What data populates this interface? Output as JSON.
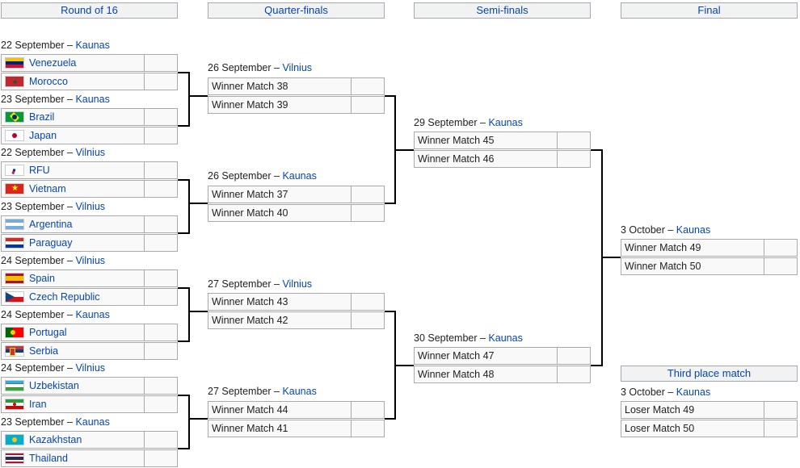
{
  "rounds": {
    "r16": "Round of 16",
    "qf": "Quarter-finals",
    "sf": "Semi-finals",
    "final": "Final",
    "third": "Third place match"
  },
  "r16": [
    {
      "day": "22 September",
      "sep": " – ",
      "city": "Kaunas",
      "teams": [
        {
          "name": "Venezuela",
          "flag": "venezuela-flag-icon"
        },
        {
          "name": "Morocco",
          "flag": "morocco-flag-icon"
        }
      ]
    },
    {
      "day": "23 September",
      "sep": " – ",
      "city": "Kaunas",
      "teams": [
        {
          "name": "Brazil",
          "flag": "brazil-flag-icon"
        },
        {
          "name": "Japan",
          "flag": "japan-flag-icon"
        }
      ]
    },
    {
      "day": "22 September",
      "sep": " – ",
      "city": "Vilnius",
      "teams": [
        {
          "name": "RFU",
          "flag": "rfu-flag-icon"
        },
        {
          "name": "Vietnam",
          "flag": "vietnam-flag-icon"
        }
      ]
    },
    {
      "day": "23 September",
      "sep": " – ",
      "city": "Vilnius",
      "teams": [
        {
          "name": "Argentina",
          "flag": "argentina-flag-icon"
        },
        {
          "name": "Paraguay",
          "flag": "paraguay-flag-icon"
        }
      ]
    },
    {
      "day": "24 September",
      "sep": " – ",
      "city": "Vilnius",
      "teams": [
        {
          "name": "Spain",
          "flag": "spain-flag-icon"
        },
        {
          "name": "Czech Republic",
          "flag": "czech-flag-icon"
        }
      ]
    },
    {
      "day": "24 September",
      "sep": " – ",
      "city": "Kaunas",
      "teams": [
        {
          "name": "Portugal",
          "flag": "portugal-flag-icon"
        },
        {
          "name": "Serbia",
          "flag": "serbia-flag-icon"
        }
      ]
    },
    {
      "day": "24 September",
      "sep": " – ",
      "city": "Vilnius",
      "teams": [
        {
          "name": "Uzbekistan",
          "flag": "uzbekistan-flag-icon"
        },
        {
          "name": "Iran",
          "flag": "iran-flag-icon"
        }
      ]
    },
    {
      "day": "23 September",
      "sep": " – ",
      "city": "Kaunas",
      "teams": [
        {
          "name": "Kazakhstan",
          "flag": "kazakhstan-flag-icon"
        },
        {
          "name": "Thailand",
          "flag": "thailand-flag-icon"
        }
      ]
    }
  ],
  "qf": [
    {
      "day": "26 September",
      "sep": " – ",
      "city": "Vilnius",
      "teams": [
        "Winner Match 38",
        "Winner Match 39"
      ]
    },
    {
      "day": "26 September",
      "sep": " – ",
      "city": "Kaunas",
      "teams": [
        "Winner Match 37",
        "Winner Match 40"
      ]
    },
    {
      "day": "27 September",
      "sep": " – ",
      "city": "Vilnius",
      "teams": [
        "Winner Match 43",
        "Winner Match 42"
      ]
    },
    {
      "day": "27 September",
      "sep": " – ",
      "city": "Kaunas",
      "teams": [
        "Winner Match 44",
        "Winner Match 41"
      ]
    }
  ],
  "sf": [
    {
      "day": "29 September",
      "sep": " – ",
      "city": "Kaunas",
      "teams": [
        "Winner Match 45",
        "Winner Match 46"
      ]
    },
    {
      "day": "30 September",
      "sep": " – ",
      "city": "Kaunas",
      "teams": [
        "Winner Match 47",
        "Winner Match 48"
      ]
    }
  ],
  "final": {
    "day": "3 October",
    "sep": " – ",
    "city": "Kaunas",
    "teams": [
      "Winner Match 49",
      "Winner Match 50"
    ]
  },
  "third": {
    "day": "3 October",
    "sep": " – ",
    "city": "Kaunas",
    "teams": [
      "Loser Match 49",
      "Loser Match 50"
    ]
  }
}
